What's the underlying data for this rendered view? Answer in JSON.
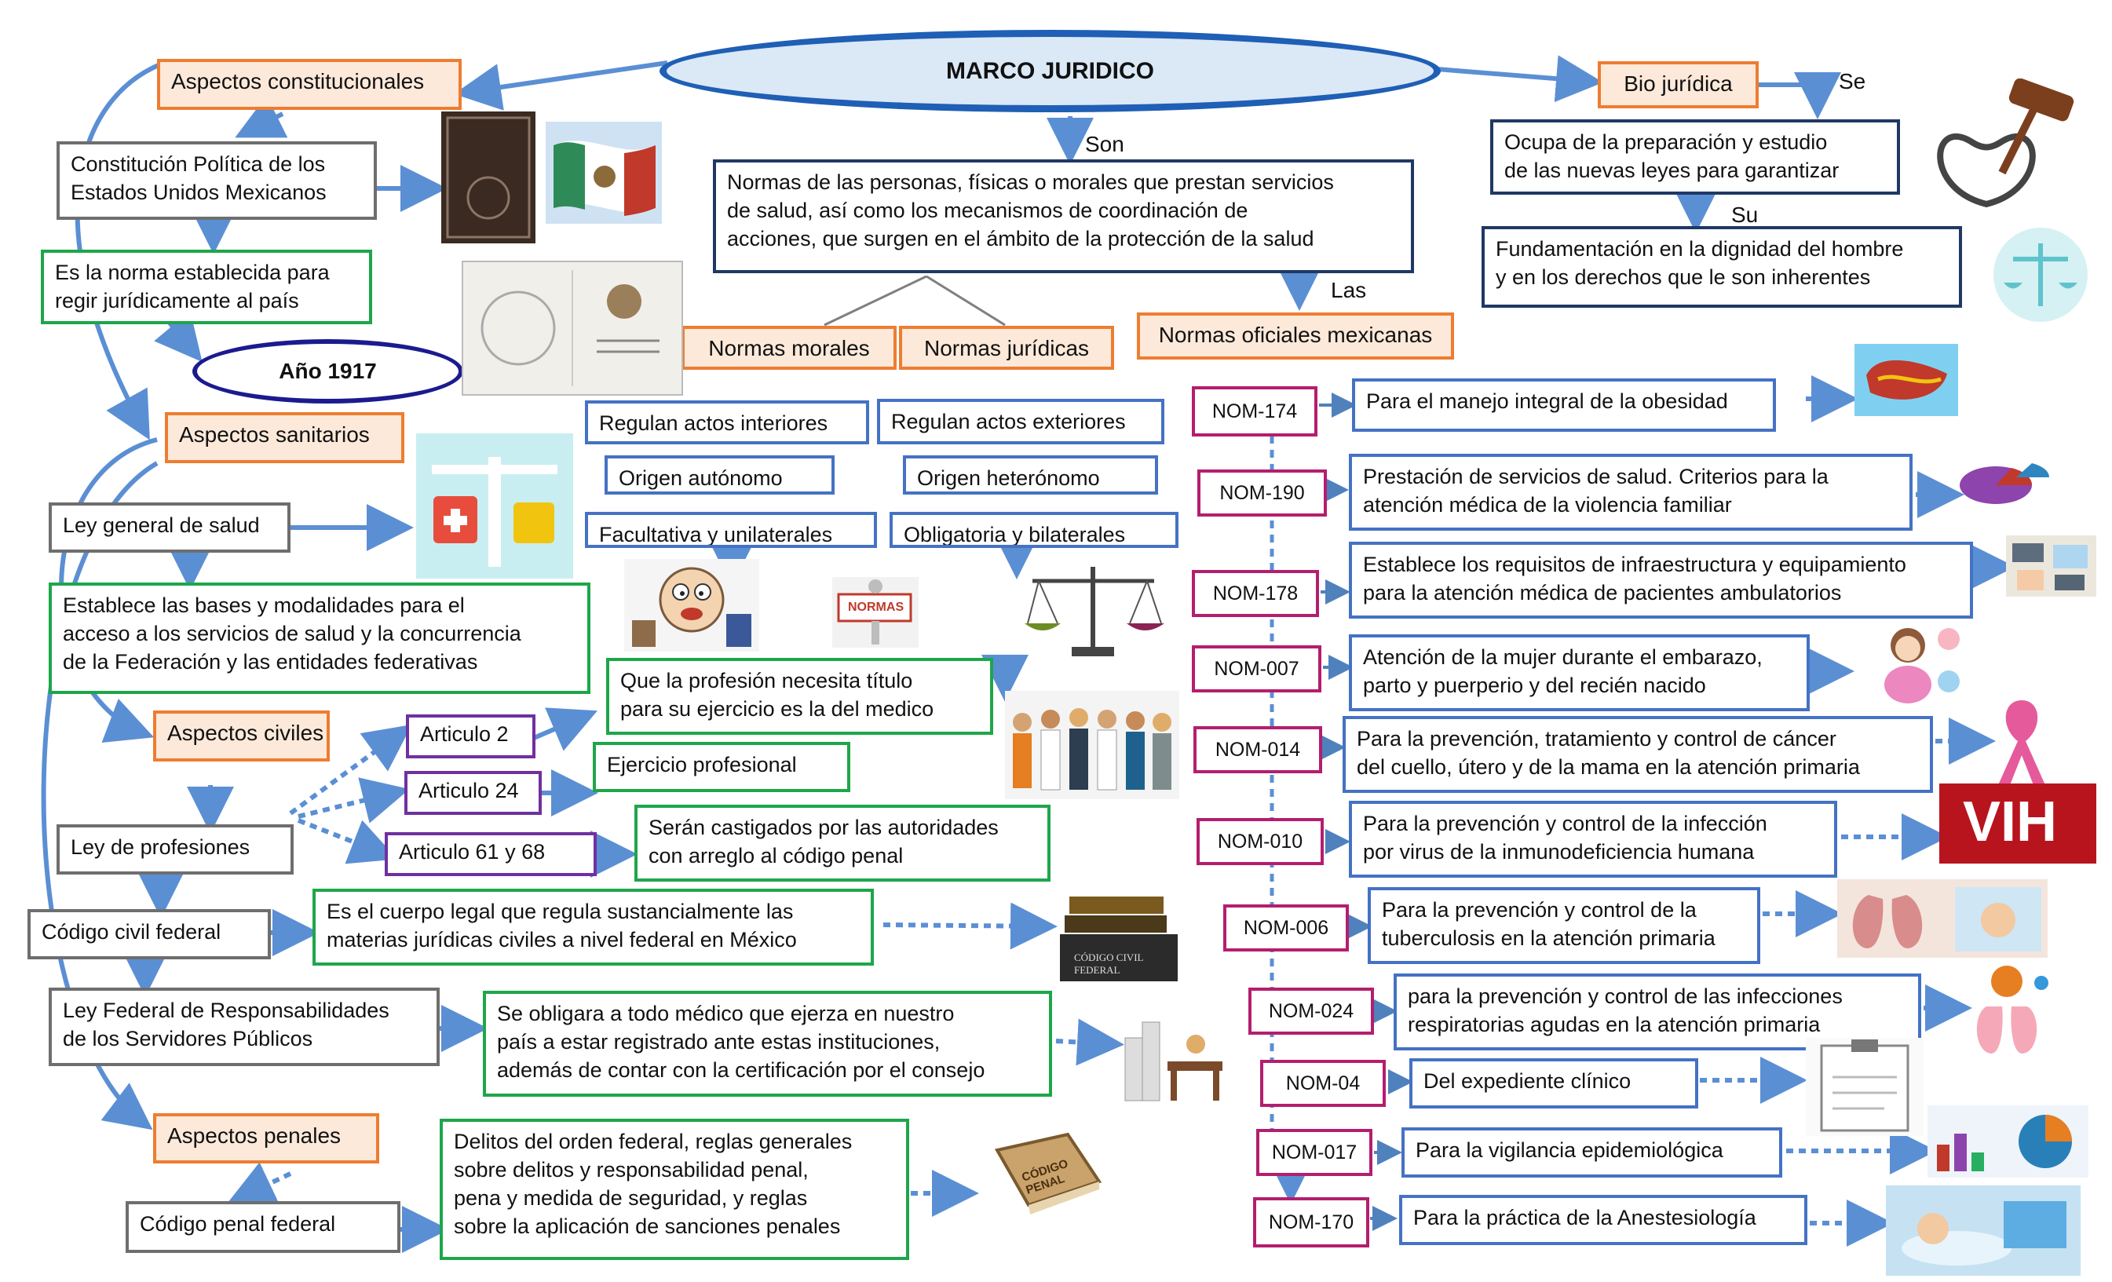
{
  "title": "MARCO JURIDICO",
  "connectors": {
    "son": "Son",
    "las": "Las",
    "se": "Se",
    "su": "Su"
  },
  "top": {
    "normas_text": "Normas de las personas, físicas o morales que prestan servicios\nde salud, así como los mecanismos de coordinación de\nacciones, que surgen en el ámbito de la protección de la salud",
    "morales": {
      "title": "Normas morales",
      "items": [
        "Regulan actos interiores",
        "Origen autónomo",
        "Facultativa y unilaterales"
      ],
      "image_label": "NORMAS"
    },
    "juridicas": {
      "title": "Normas jurídicas",
      "items": [
        "Regulan actos exteriores",
        "Origen heterónomo",
        "Obligatoria y bilaterales"
      ]
    }
  },
  "bio": {
    "title": "Bio jurídica",
    "desc1": "Ocupa de la preparación y estudio\nde las nuevas leyes para garantizar",
    "desc2": "Fundamentación en la dignidad del hombre\ny en los derechos que le son inherentes"
  },
  "constitucionales": {
    "title": "Aspectos constitucionales",
    "law": "Constitución Política de los\nEstados Unidos Mexicanos",
    "desc": "Es la norma establecida para\nregir jurídicamente al país",
    "year": "Año 1917"
  },
  "sanitarios": {
    "title": "Aspectos sanitarios",
    "law": "Ley general de salud",
    "desc": "Establece las bases y modalidades para el\nacceso a los servicios de salud y la concurrencia\nde la Federación y las entidades federativas"
  },
  "civiles": {
    "title": "Aspectos civiles",
    "ley_profesiones": "Ley de profesiones",
    "articulos": [
      {
        "label": "Articulo 2",
        "desc": "Que la profesión necesita título\npara su ejercicio es la del medico"
      },
      {
        "label": "Articulo 24",
        "desc": "Ejercicio profesional"
      },
      {
        "label": "Articulo 61 y 68",
        "desc": "Serán castigados por las autoridades\ncon arreglo al código penal"
      }
    ],
    "codigo_civil": "Código civil federal",
    "codigo_civil_desc": "Es el cuerpo legal que regula sustancialmente las\nmaterias jurídicas civiles a nivel federal en México",
    "codigo_civil_book": "CÓDIGO CIVIL FEDERAL",
    "ley_resp": "Ley Federal de Responsabilidades\nde los Servidores Públicos",
    "ley_resp_desc": "Se obligara a todo médico que ejerza en nuestro\npaís a estar registrado ante estas instituciones,\nademás de contar con la certificación por el consejo"
  },
  "penales": {
    "title": "Aspectos penales",
    "codigo": "Código penal federal",
    "desc": "Delitos del orden federal, reglas generales\nsobre delitos y responsabilidad penal,\npena y medida de seguridad, y reglas\nsobre la aplicación de sanciones penales",
    "book": "CÓDIGO PENAL"
  },
  "noms": {
    "title": "Normas oficiales mexicanas",
    "items": [
      {
        "code": "NOM-174",
        "desc": "Para el manejo integral de la obesidad"
      },
      {
        "code": "NOM-190",
        "desc": "Prestación de servicios de salud. Criterios para la\natención médica de la violencia familiar"
      },
      {
        "code": "NOM-178",
        "desc": "Establece los requisitos de infraestructura y equipamiento\npara la atención médica de pacientes ambulatorios"
      },
      {
        "code": "NOM-007",
        "desc": "Atención de la mujer durante el embarazo,\nparto y puerperio y del recién nacido"
      },
      {
        "code": "NOM-014",
        "desc": "Para la prevención, tratamiento y control de cáncer\ndel cuello, útero y de la mama en la atención primaria"
      },
      {
        "code": "NOM-010",
        "desc": "Para la prevención y control de la infección\npor virus de la inmunodeficiencia humana"
      },
      {
        "code": "NOM-006",
        "desc": "Para la prevención y control de la\ntuberculosis en la atención primaria"
      },
      {
        "code": "NOM-024",
        "desc": "para la prevención y control de las infecciones\nrespiratorias agudas en la atención primaria"
      },
      {
        "code": "NOM-04",
        "desc": "Del expediente clínico"
      },
      {
        "code": "NOM-017",
        "desc": "Para la vigilancia epidemiológica"
      },
      {
        "code": "NOM-170",
        "desc": "Para la práctica de la Anestesiología"
      }
    ],
    "vih_label": "VIH"
  },
  "colors": {
    "orange_border": "#ed7d31",
    "orange_fill": "#fde9d9",
    "navy": "#203864",
    "blue": "#4472c4",
    "green": "#1ea64a",
    "purple": "#7030a0",
    "magenta": "#b41e6e",
    "arrow": "#5b8fd4",
    "ellipse": "#1f5fb5"
  }
}
